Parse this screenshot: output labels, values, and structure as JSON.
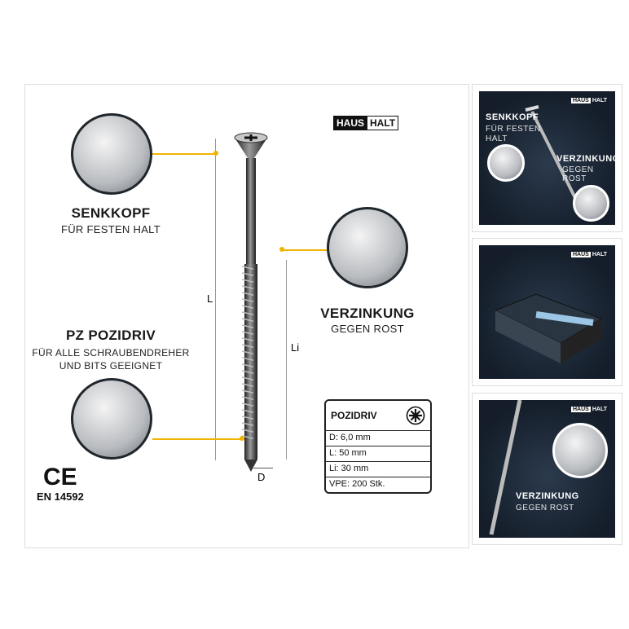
{
  "brand": {
    "part1": "HAUS",
    "part2": "HALT"
  },
  "features": [
    {
      "title": "SENKKOPF",
      "subtitle": "FÜR FESTEN HALT"
    },
    {
      "title": "VERZINKUNG",
      "subtitle": "GEGEN ROST"
    },
    {
      "title": "PZ POZIDRIV",
      "subtitle1": "FÜR ALLE SCHRAUBENDREHER",
      "subtitle2": "UND BITS GEEIGNET"
    }
  ],
  "dimensions": {
    "L": "L",
    "Li": "Li",
    "D": "D"
  },
  "certification": {
    "mark": "CE",
    "standard": "EN 14592"
  },
  "spec": {
    "title": "POZIDRIV",
    "rows": [
      "D: 6,0 mm",
      "L: 50 mm",
      "Li: 30 mm",
      "VPE: 200 Stk."
    ]
  },
  "thumbnails": [
    {
      "title1": "SENKKOPF",
      "sub1a": "FÜR FESTEN",
      "sub1b": "HALT",
      "title2": "VERZINKUNG",
      "sub2": "GEGEN ROST"
    },
    {},
    {
      "title": "VERZINKUNG",
      "sub": "GEGEN ROST"
    }
  ],
  "colors": {
    "accent": "#f0b400",
    "dark": "#141d29"
  }
}
